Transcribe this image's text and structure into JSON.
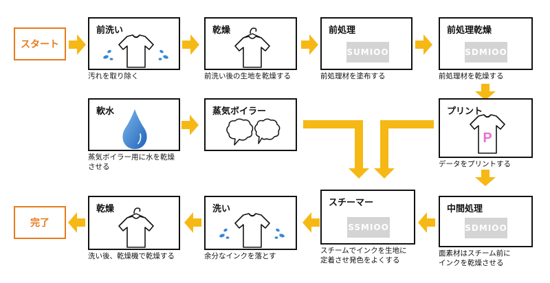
{
  "colors": {
    "arrow": "#f6b814",
    "start_border": "#e57a1c",
    "water": "#3a86d4",
    "print_letter": "#e870d0",
    "logo_bg": "#d4d4d4"
  },
  "start": {
    "label": "スタート"
  },
  "end": {
    "label": "完了"
  },
  "steps": {
    "prewash": {
      "title": "前洗い",
      "caption": "汚れを取り除く",
      "icon": "t-shirt-with-water-drops-icon"
    },
    "dry1": {
      "title": "乾燥",
      "caption": "前洗い後の生地を乾燥する",
      "icon": "t-shirt-on-hanger-icon"
    },
    "pretreat": {
      "title": "前処理",
      "caption": "前処理材を塗布する",
      "logo": "SUMIOO"
    },
    "pretreat_dry": {
      "title": "前処理乾燥",
      "caption": "前処理材を乾燥する",
      "logo": "SDMIOO"
    },
    "softwater": {
      "title": "軟水",
      "caption_line1": "蒸気ボイラー用に水を乾燥",
      "caption_line2": "させる",
      "icon": "water-drop-icon"
    },
    "boiler": {
      "title": "蒸気ボイラー",
      "icon": "steam-clouds-icon"
    },
    "print": {
      "title": "プリント",
      "caption": "データをプリントする",
      "icon": "t-shirt-printed-p-icon",
      "shirt_letter": "P"
    },
    "intermediate": {
      "title": "中間処理",
      "caption_line1": "面素材はスチーム前に",
      "caption_line2": "インクを乾燥させる",
      "logo": "SDMIOO"
    },
    "steamer": {
      "title": "スチーマー",
      "caption_line1": "スチームでインクを生地に",
      "caption_line2": "定着させ発色をよくする",
      "logo": "SSMIOO"
    },
    "wash": {
      "title": "洗い",
      "caption": "余分なインクを落とす",
      "icon": "t-shirt-with-water-drops-icon"
    },
    "dry2": {
      "title": "乾燥",
      "caption": "洗い後、乾燥機で乾燥する",
      "icon": "t-shirt-on-hanger-icon"
    }
  }
}
